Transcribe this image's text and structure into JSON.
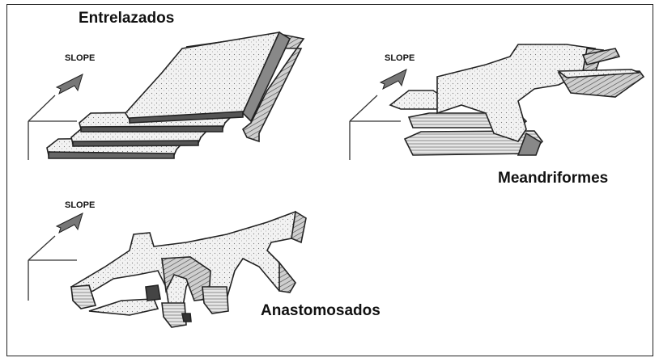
{
  "figure": {
    "panels": [
      {
        "id": "braided",
        "title": "Entrelazados",
        "slope_label": "SLOPE"
      },
      {
        "id": "meandering",
        "title": "Meandriformes",
        "slope_label": "SLOPE"
      },
      {
        "id": "anastomosing",
        "title": "Anastomosados",
        "slope_label": "SLOPE"
      }
    ]
  }
}
